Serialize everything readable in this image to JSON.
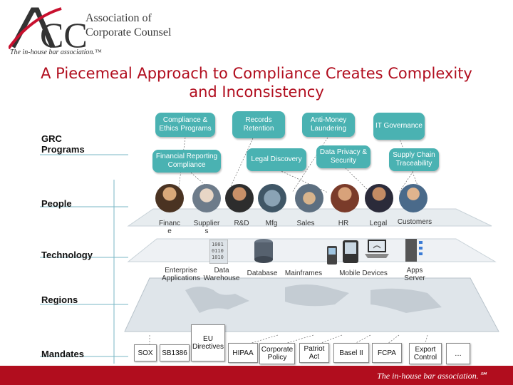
{
  "header": {
    "logo_acronym": "ACC",
    "logo_line1": "Association of",
    "logo_line2": "Corporate Counsel",
    "tagline": "The in-house bar association.™"
  },
  "title": {
    "line1": "A Piecemeal Approach to Compliance Creates Complexity",
    "line2": "and Inconsistency"
  },
  "rows": {
    "grc": "GRC Programs",
    "people": "People",
    "technology": "Technology",
    "regions": "Regions",
    "mandates": "Mandates"
  },
  "grc_programs": [
    "Compliance & Ethics Programs",
    "Records Retention",
    "Anti-Money Laundering",
    "IT Governance",
    "Financial Reporting Compliance",
    "Legal Discovery",
    "Data Privacy & Security",
    "Supply Chain Traceability"
  ],
  "people": [
    "Financ e",
    "Supplier s",
    "R&D",
    "Mfg",
    "Sales",
    "HR",
    "Legal",
    "Customers"
  ],
  "technology": [
    "Enterprise Applications",
    "Data Warehouse",
    "Database",
    "Mainframes",
    "Mobile Devices",
    "Apps Server"
  ],
  "mandates": [
    "SOX",
    "SB1386",
    "EU Directives",
    "HIPAA",
    "Corporate Policy",
    "Patriot Act",
    "Basel II",
    "FCPA",
    "Export Control",
    "…"
  ],
  "footer": {
    "tagline": "The in-house bar association.℠"
  },
  "colors": {
    "brand_red": "#b10d1e",
    "bubble_teal": "#4ab2b2",
    "line_teal": "#79b7c6"
  }
}
